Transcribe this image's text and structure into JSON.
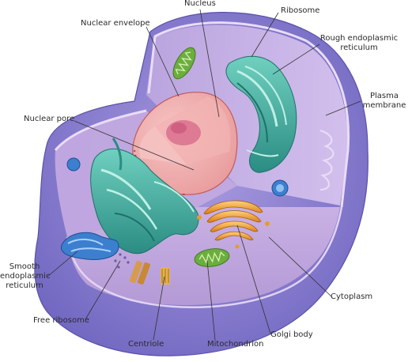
{
  "labels": {
    "nucleus": "Nucleus",
    "ribosome": "Ribosome",
    "nuclear_envelope": "Nuclear envelope",
    "rough_er_1": "Rough endoplasmic",
    "rough_er_2": "reticulum",
    "plasma_1": "Plasma",
    "plasma_2": "membrane",
    "nuclear_pore": "Nuclear pore",
    "smooth_er_1": "Smooth",
    "smooth_er_2": "endoplasmic",
    "smooth_er_3": "reticulum",
    "cytoplasm": "Cytoplasm",
    "free_ribosome": "Free ribosome",
    "golgi_body": "Golgi body",
    "centriole": "Centriole",
    "mitochondrion": "Mitochondrion"
  },
  "colors": {
    "cell_outer": "#7f74c8",
    "cell_inner": "#b39fd8",
    "cytoplasm": "#cdb6e6",
    "nucleus": "#f1b6b6",
    "nucleolus": "#e07c95",
    "rough_er": "#3fa69a",
    "golgi": "#e79a2c",
    "mitochondrion": "#6cae3e",
    "smooth_er": "#3c7fcf"
  }
}
